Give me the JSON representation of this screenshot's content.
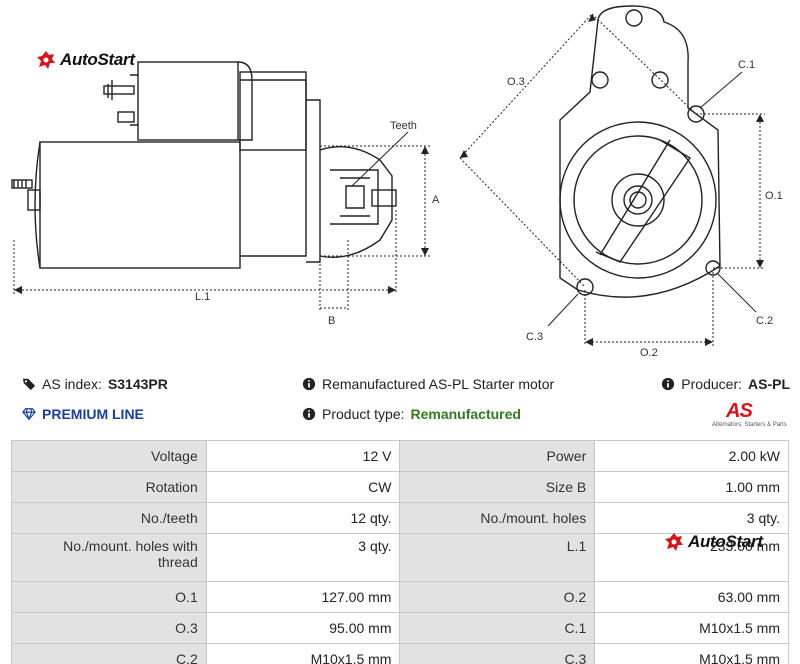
{
  "brand": {
    "name": "AutoStart",
    "icon": "autostart-logo-icon",
    "accent": "#d4161c"
  },
  "drawing_labels": {
    "teeth": "Teeth",
    "a": "A",
    "b": "B",
    "l1": "L.1",
    "o1": "O.1",
    "o2": "O.2",
    "o3": "O.3",
    "c1": "C.1",
    "c2": "C.2",
    "c3": "C.3"
  },
  "info": {
    "as_index_label": "AS index:",
    "as_index_value": "S3143PR",
    "description": "Remanufactured AS-PL Starter motor",
    "producer_label": "Producer:",
    "producer_value": "AS-PL",
    "premium": "PREMIUM LINE",
    "product_type_label": "Product type:",
    "product_type_value": "Remanufactured",
    "premium_color": "#1a3f9a",
    "product_type_color": "#2e7d1e"
  },
  "producer_logo": {
    "mark": "AS",
    "tagline": "Alternators, Starters & Parts"
  },
  "specs": [
    [
      "Voltage",
      "12 V",
      "Power",
      "2.00 kW"
    ],
    [
      "Rotation",
      "CW",
      "Size B",
      "1.00 mm"
    ],
    [
      "No./teeth",
      "12 qty.",
      "No./mount. holes",
      "3 qty."
    ],
    [
      "No./mount. holes with thread",
      "3 qty.",
      "L.1",
      "233.00 mm"
    ],
    [
      "O.1",
      "127.00 mm",
      "O.2",
      "63.00 mm"
    ],
    [
      "O.3",
      "95.00 mm",
      "C.1",
      "M10x1.5 mm"
    ],
    [
      "C.2",
      "M10x1.5 mm",
      "C.3",
      "M10x1.5 mm"
    ]
  ]
}
